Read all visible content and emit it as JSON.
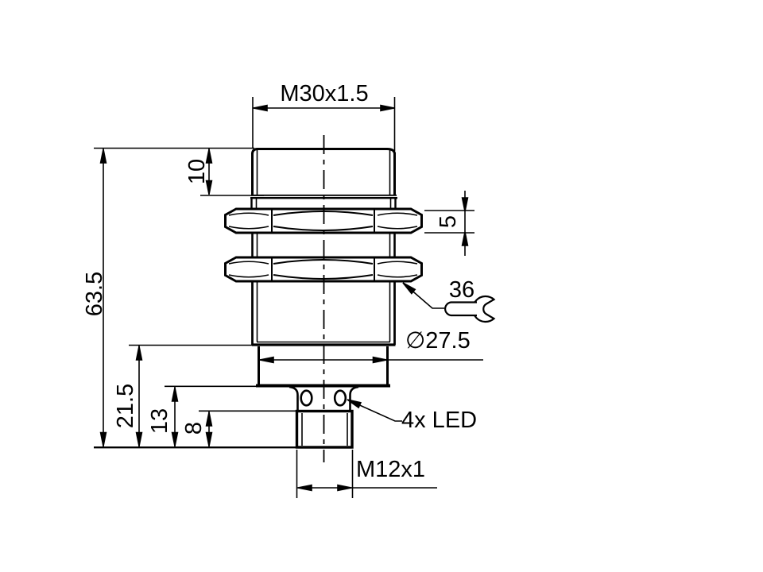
{
  "drawing": {
    "type": "technical-dimension-drawing",
    "subject": "M30 cylindrical inductive sensor, side view",
    "thread_spec_top": "M30x1.5",
    "dim_head_length": "10",
    "dim_overall_length": "63.5",
    "dim_lower_length": "21.5",
    "dim_mid_length": "13",
    "dim_connector_length": "8",
    "dim_nut_thickness": "5",
    "wrench_size": "36",
    "dim_body_diameter": "∅27.5",
    "led_callout": "4x LED",
    "thread_spec_connector": "M12x1",
    "colors": {
      "line": "#000000",
      "background": "#ffffff"
    }
  }
}
